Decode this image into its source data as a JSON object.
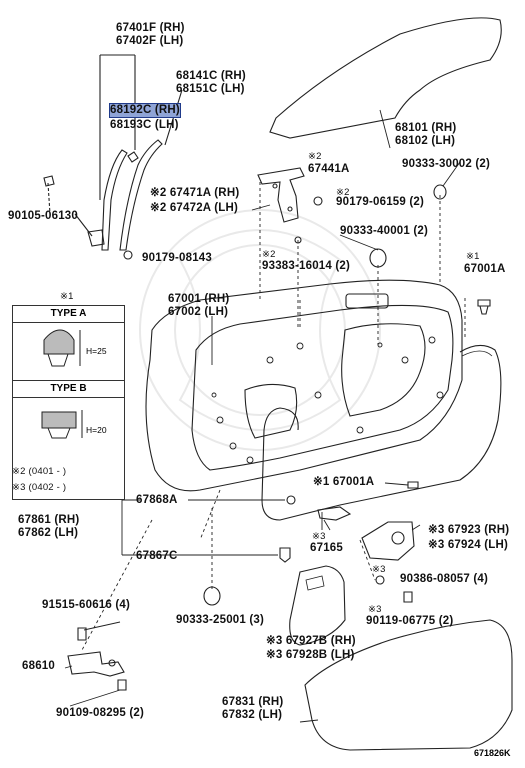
{
  "labels": {
    "p67401_67402": "67401F (RH)\n67402F (LH)",
    "p68141_68151": "68141C (RH)\n68151C (LH)",
    "p68192": "68192C (RH)",
    "p68193": "68193C (LH)",
    "p90105": "90105-06130",
    "p90179_08143": "90179-08143",
    "p67471": "※2 67471A (RH)",
    "p67472": "※2 67472A (LH)",
    "p67441_mark": "※2",
    "p67441": "67441A",
    "p90179_06159_mark": "※2",
    "p90179_06159": "90179-06159 (2)",
    "p93383_mark": "※2",
    "p93383": "93383-16014 (2)",
    "p68101_68102": "68101 (RH)\n68102 (LH)",
    "p90333_30002": "90333-30002 (2)",
    "p90333_40001": "90333-40001 (2)",
    "p67001A_top_mark": "※1",
    "p67001A_top": "67001A",
    "p67001_67002": "67001 (RH)\n67002 (LH)",
    "p67001A_mid": "※1 67001A",
    "p67868A": "67868A",
    "p67861_67862": "67861 (RH)\n67862 (LH)",
    "p67867C": "67867C",
    "p67165_mark": "※3",
    "p67165": "67165",
    "p67923": "※3 67923 (RH)",
    "p67924": "※3 67924 (LH)",
    "p90386_mark": "※3",
    "p90386": "90386-08057 (4)",
    "p90119_mark": "※3",
    "p90119": "90119-06775 (2)",
    "p90333_25001": "90333-25001 (3)",
    "p67927B": "※3 67927B (RH)",
    "p67928B": "※3 67928B (LH)",
    "p91515": "91515-60616 (4)",
    "p68610": "68610",
    "p90109": "90109-08295 (2)",
    "p67831_67832": "67831 (RH)\n67832 (LH)",
    "code": "671826K"
  },
  "legend": {
    "mark": "※1",
    "type_a": "TYPE A",
    "type_b": "TYPE B",
    "h25": "H=25",
    "h20": "H=20",
    "note2": "※2 (0401 -       )",
    "note3": "※3 (0402 -       )"
  }
}
